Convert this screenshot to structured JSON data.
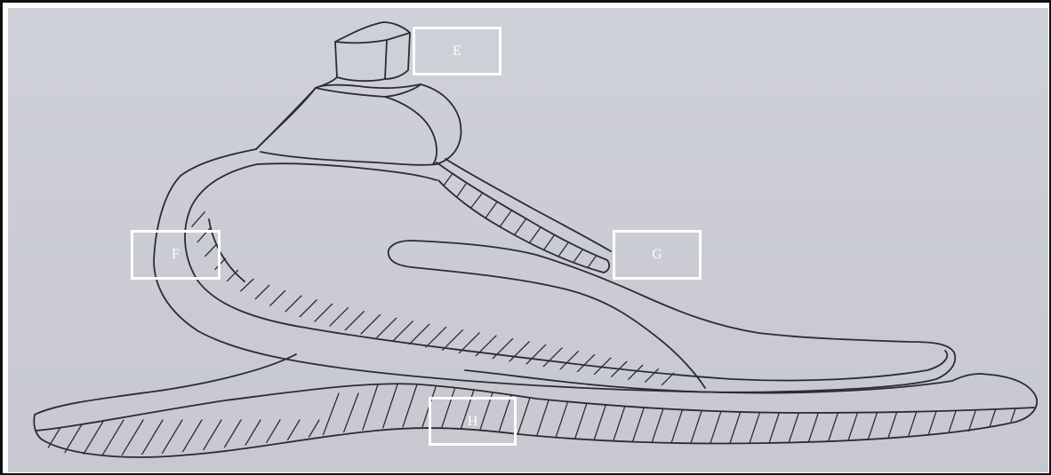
{
  "labels": {
    "e": "E",
    "f": "F",
    "g": "G",
    "h": "H"
  },
  "colors": {
    "paper": "#cbccd4",
    "pencil": "#2b2c33",
    "label_border": "#ffffff"
  }
}
